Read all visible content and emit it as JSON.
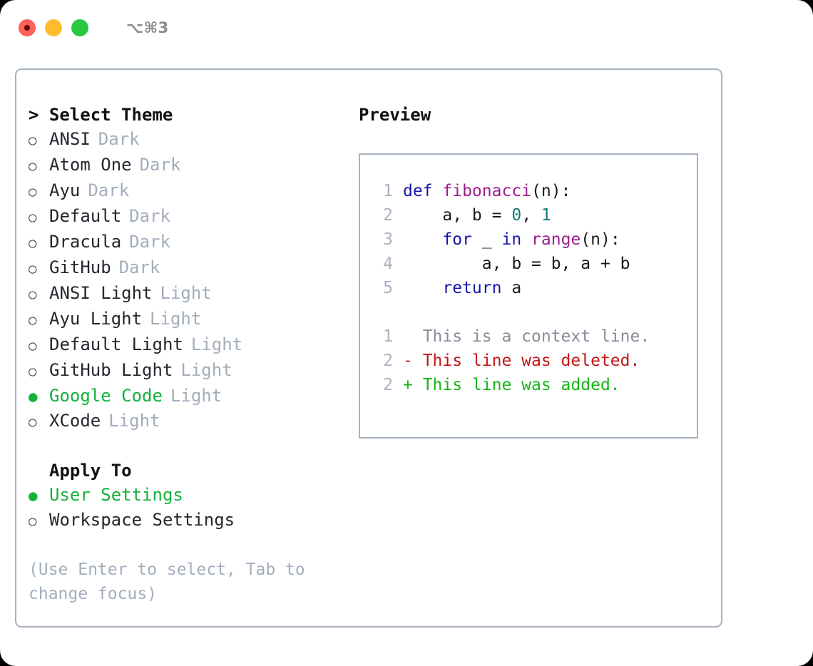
{
  "window": {
    "shortcut": "⌥⌘3",
    "traffic_lights": [
      {
        "name": "close-button",
        "color": "#ff6058"
      },
      {
        "name": "minimize-button",
        "color": "#ffbd2e"
      },
      {
        "name": "maximize-button",
        "color": "#28c840"
      }
    ]
  },
  "theme_picker": {
    "header": "> Select Theme",
    "bullet_selected": "●",
    "bullet_unselected": "○",
    "items": [
      {
        "name": "ANSI",
        "tag": "Dark",
        "selected": false
      },
      {
        "name": "Atom One",
        "tag": "Dark",
        "selected": false
      },
      {
        "name": "Ayu",
        "tag": "Dark",
        "selected": false
      },
      {
        "name": "Default",
        "tag": "Dark",
        "selected": false
      },
      {
        "name": "Dracula",
        "tag": "Dark",
        "selected": false
      },
      {
        "name": "GitHub",
        "tag": "Dark",
        "selected": false
      },
      {
        "name": "ANSI Light",
        "tag": "Light",
        "selected": false
      },
      {
        "name": "Ayu Light",
        "tag": "Light",
        "selected": false
      },
      {
        "name": "Default Light",
        "tag": "Light",
        "selected": false
      },
      {
        "name": "GitHub Light",
        "tag": "Light",
        "selected": false
      },
      {
        "name": "Google Code",
        "tag": "Light",
        "selected": true
      },
      {
        "name": "XCode",
        "tag": "Light",
        "selected": false
      }
    ]
  },
  "apply_to": {
    "header": "Apply To",
    "items": [
      {
        "name": "User Settings",
        "selected": true
      },
      {
        "name": "Workspace Settings",
        "selected": false
      }
    ]
  },
  "hint": "(Use Enter to select, Tab to change focus)",
  "preview": {
    "title": "Preview",
    "code_lines": [
      {
        "num": "1",
        "parts": [
          {
            "t": "def ",
            "c": "kw"
          },
          {
            "t": "fibonacci",
            "c": "fn"
          },
          {
            "t": "(n):",
            "c": "pl"
          }
        ]
      },
      {
        "num": "2",
        "parts": [
          {
            "t": "    a, b = ",
            "c": "pl"
          },
          {
            "t": "0",
            "c": "num"
          },
          {
            "t": ", ",
            "c": "pl"
          },
          {
            "t": "1",
            "c": "num"
          }
        ]
      },
      {
        "num": "3",
        "parts": [
          {
            "t": "    ",
            "c": "pl"
          },
          {
            "t": "for",
            "c": "kw"
          },
          {
            "t": " _ ",
            "c": "pl"
          },
          {
            "t": "in",
            "c": "kw"
          },
          {
            "t": " ",
            "c": "pl"
          },
          {
            "t": "range",
            "c": "fn"
          },
          {
            "t": "(n):",
            "c": "pl"
          }
        ]
      },
      {
        "num": "4",
        "parts": [
          {
            "t": "        a, b = b, a + b",
            "c": "pl"
          }
        ]
      },
      {
        "num": "5",
        "parts": [
          {
            "t": "    ",
            "c": "pl"
          },
          {
            "t": "return",
            "c": "kw"
          },
          {
            "t": " a",
            "c": "pl"
          }
        ]
      }
    ],
    "diff_lines": [
      {
        "num": "1",
        "marker": "  ",
        "text": "This is a context line.",
        "kind": "ctx"
      },
      {
        "num": "2",
        "marker": "- ",
        "text": "This line was deleted.",
        "kind": "del"
      },
      {
        "num": "2",
        "marker": "+ ",
        "text": "This line was added.",
        "kind": "add"
      }
    ]
  },
  "colors": {
    "accent_green": "#13b13a",
    "muted": "#a3adbb",
    "border": "#a7b2c0",
    "keyword": "#1515a8",
    "function": "#9c1d8c",
    "number": "#117a75",
    "diff_deleted": "#c21616",
    "diff_added": "#17b517"
  }
}
